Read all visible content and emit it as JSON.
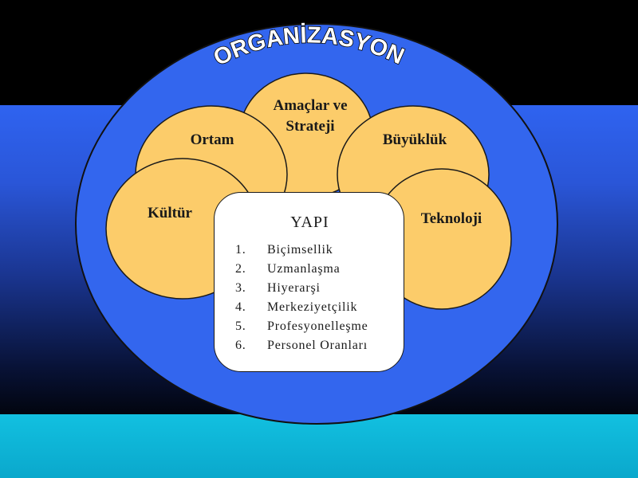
{
  "title": "ORGANİZASYON",
  "center": {
    "title": "YAPI",
    "items": [
      {
        "num": "1.",
        "label": "Biçimsellik"
      },
      {
        "num": "2.",
        "label": "Uzmanlaşma"
      },
      {
        "num": "3.",
        "label": "Hiyerarşi"
      },
      {
        "num": "4.",
        "label": "Merkeziyetçilik"
      },
      {
        "num": "5.",
        "label": "Profesyonelleşme"
      },
      {
        "num": "6.",
        "label": "Personel Oranları"
      }
    ]
  },
  "circles": {
    "amaclar_line1": "Amaçlar ve",
    "amaclar_line2": "Strateji",
    "ortam": "Ortam",
    "buyukluk": "Büyüklük",
    "kultur": "Kültür",
    "teknoloji": "Teknoloji"
  },
  "colors": {
    "outer_ellipse": "#3366ee",
    "circle_fill": "#fccc6a",
    "box_fill": "#ffffff"
  }
}
